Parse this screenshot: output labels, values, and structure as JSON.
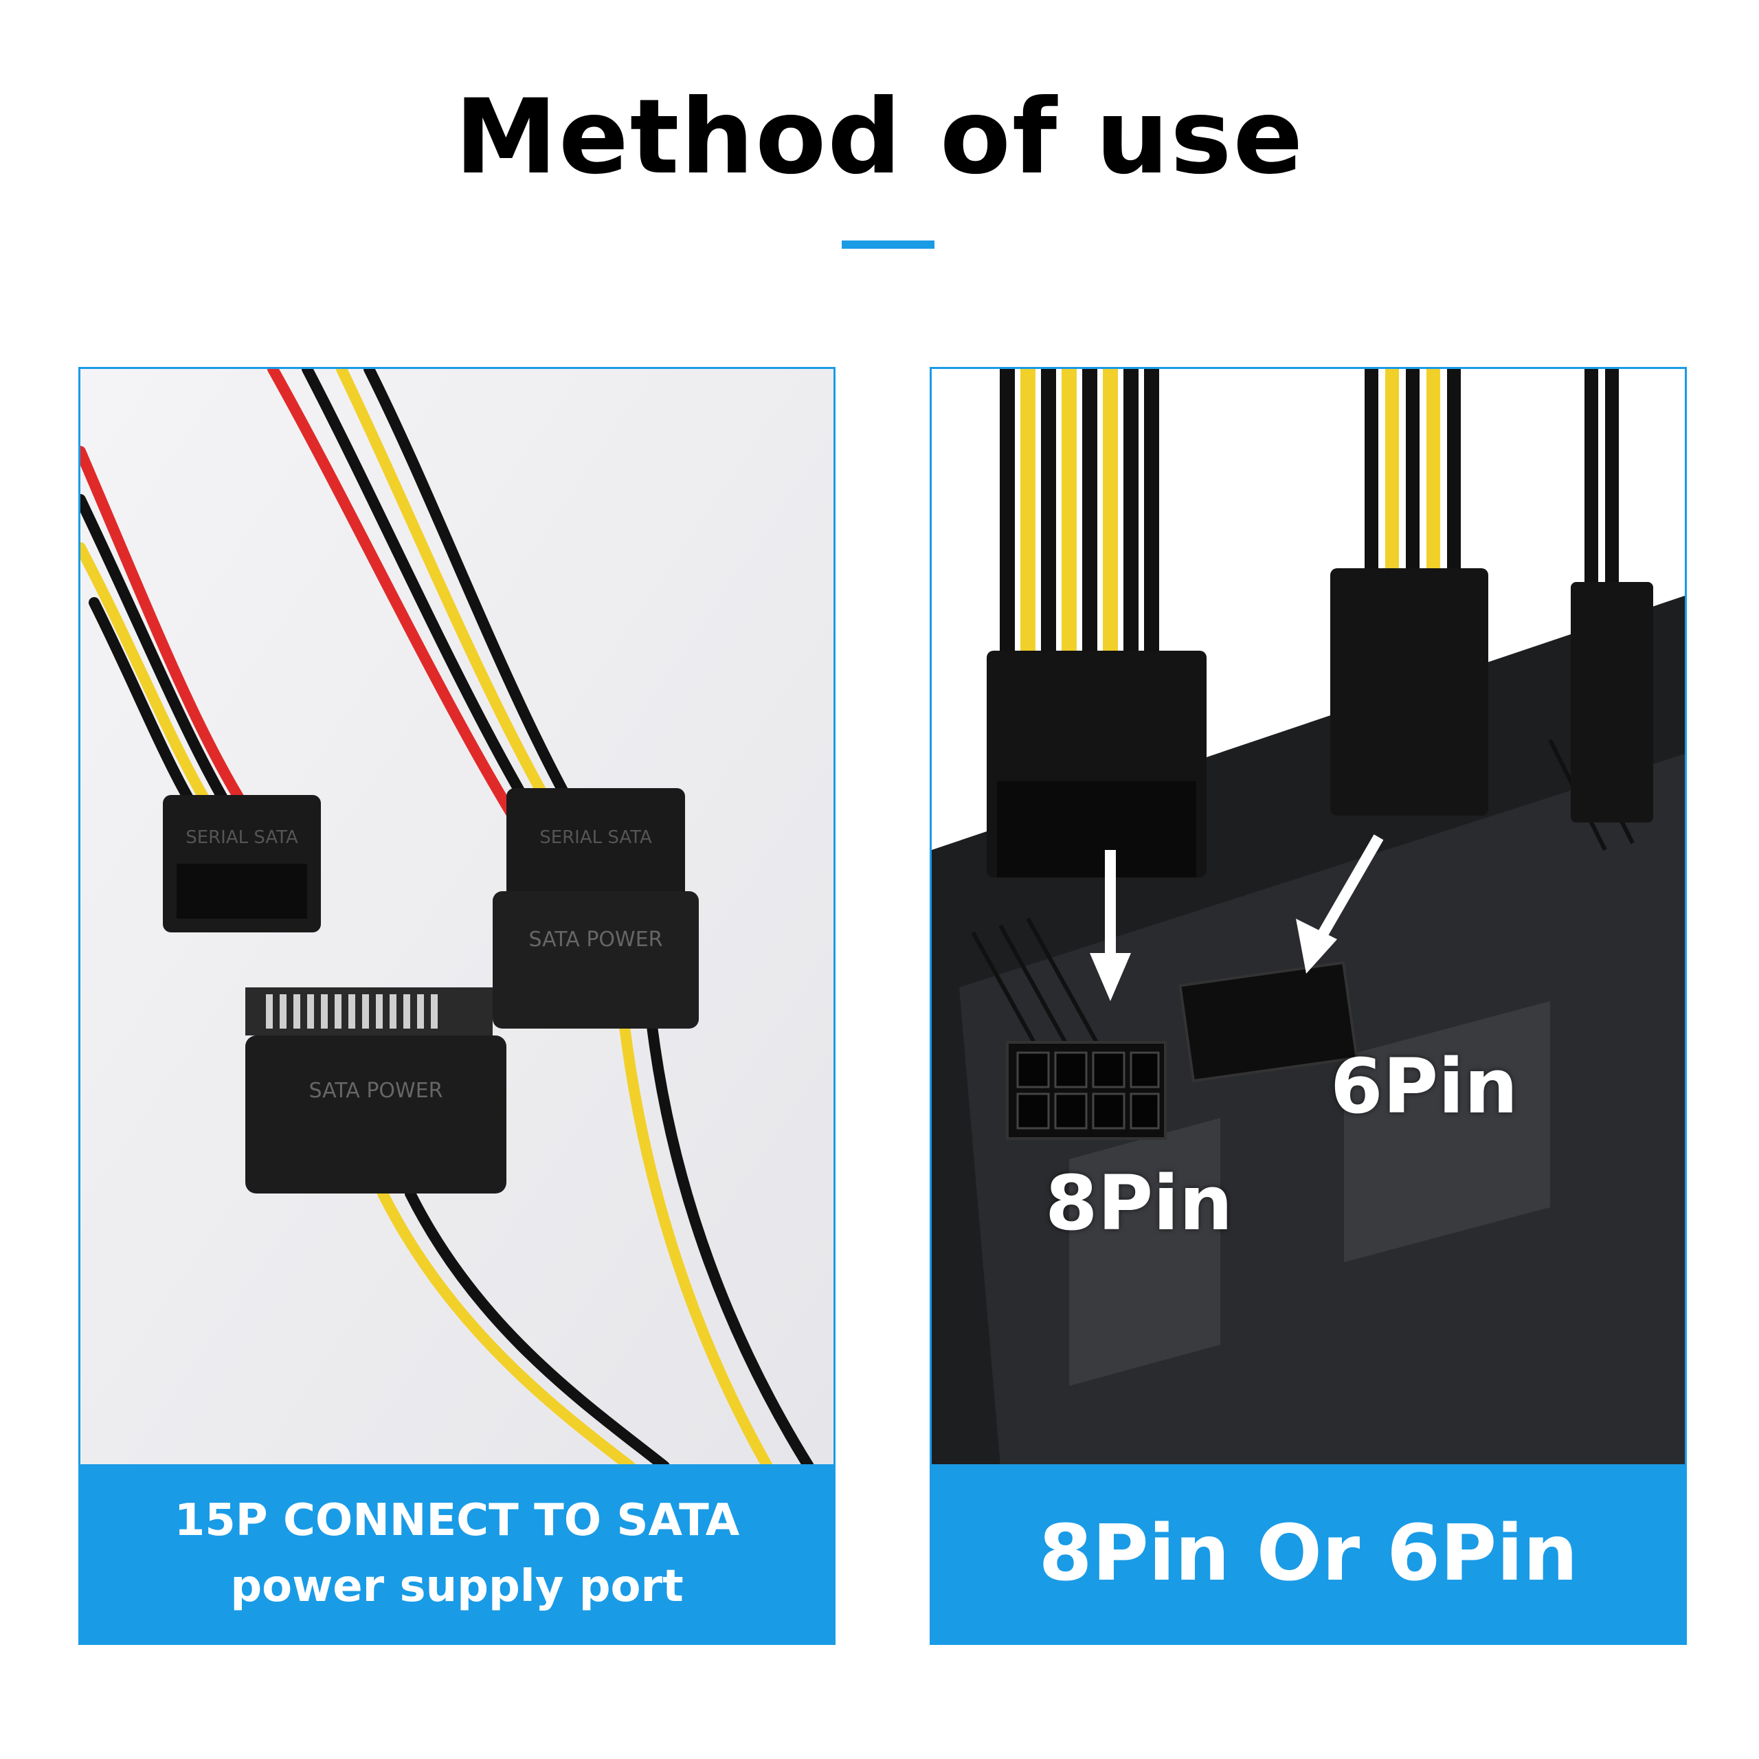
{
  "title": "Method of use",
  "colors": {
    "accent": "#1a9be6",
    "text": "#000000",
    "caption_text": "#ffffff"
  },
  "left_panel": {
    "photo": {
      "labels": {
        "sata_power_a": "SATA POWER",
        "sata_power_b": "SATA POWER",
        "serial_sata_a": "SERIAL SATA",
        "serial_sata_b": "SERIAL SATA"
      }
    },
    "caption": {
      "line1": "15P CONNECT TO SATA",
      "line2": "power supply port"
    }
  },
  "right_panel": {
    "photo": {
      "label_6pin": "6Pin",
      "label_8pin": "8Pin"
    },
    "caption": {
      "text": "8Pin Or 6Pin"
    }
  }
}
